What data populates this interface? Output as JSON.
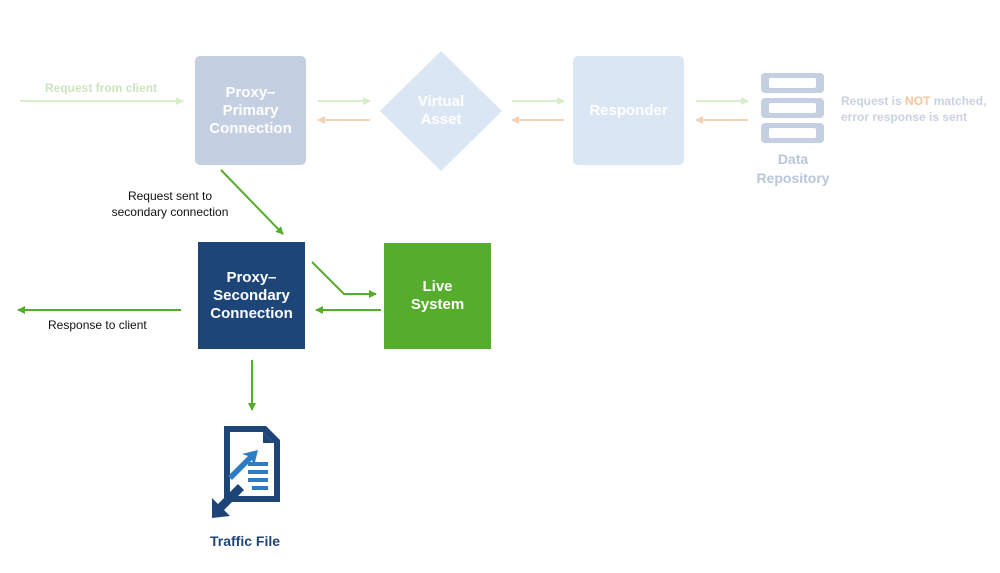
{
  "colors": {
    "primary_box": "#c4cfe2",
    "faded_box": "#dbe6f5",
    "faded_text_blue": "#b9c6da",
    "secondary_box": "#1e4578",
    "live_box": "#56ac2c",
    "green_arrow": "#56ac2c",
    "faded_green_arrow": "#d7ecc8",
    "faded_orange_arrow": "#f3d2b8",
    "not_highlight": "#f5c49a",
    "traffic_blue": "#1e4578",
    "traffic_light_blue": "#2d7cc4"
  },
  "flow": {
    "request_from_client": "Request from client",
    "proxy_primary": "Proxy–\nPrimary\nConnection",
    "virtual_asset": "Virtual\nAsset",
    "responder": "Responder",
    "data_repository": "Data\nRepository",
    "not_matched_prefix": "Request is ",
    "not_matched_emphasis": "NOT",
    "not_matched_suffix": " matched,\nerror response is sent",
    "request_sent_secondary": "Request sent to\nsecondary connection",
    "proxy_secondary": "Proxy–\nSecondary\nConnection",
    "live_system": "Live\nSystem",
    "response_to_client": "Response to client",
    "traffic_file": "Traffic File"
  },
  "icons": {
    "data_repository": "database-stack-icon",
    "traffic_file": "traffic-file-icon"
  }
}
